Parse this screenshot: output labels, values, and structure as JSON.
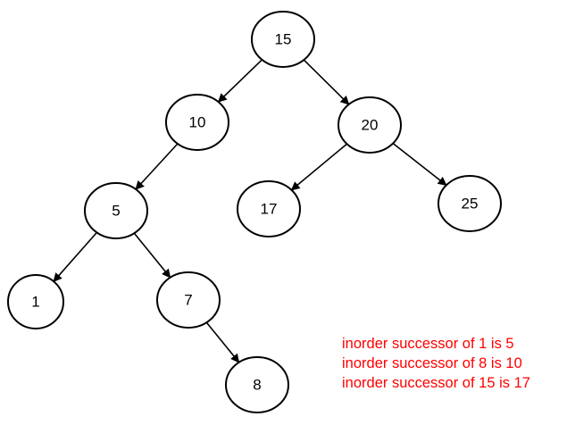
{
  "colors": {
    "node_stroke": "#000000",
    "edge": "#000000",
    "annotation_text": "#ff0000"
  },
  "tree": {
    "nodes": [
      {
        "id": "n15",
        "label": "15"
      },
      {
        "id": "n10",
        "label": "10"
      },
      {
        "id": "n20",
        "label": "20"
      },
      {
        "id": "n5",
        "label": "5"
      },
      {
        "id": "n17",
        "label": "17"
      },
      {
        "id": "n25",
        "label": "25"
      },
      {
        "id": "n1",
        "label": "1"
      },
      {
        "id": "n7",
        "label": "7"
      },
      {
        "id": "n8",
        "label": "8"
      }
    ],
    "edges": [
      {
        "from": "n15",
        "to": "n10"
      },
      {
        "from": "n15",
        "to": "n20"
      },
      {
        "from": "n10",
        "to": "n5"
      },
      {
        "from": "n20",
        "to": "n17"
      },
      {
        "from": "n20",
        "to": "n25"
      },
      {
        "from": "n5",
        "to": "n1"
      },
      {
        "from": "n5",
        "to": "n7"
      },
      {
        "from": "n7",
        "to": "n8"
      }
    ]
  },
  "annotations": [
    "inorder successor of 1 is 5",
    "inorder successor of 8 is 10",
    "inorder successor of 15 is 17"
  ]
}
